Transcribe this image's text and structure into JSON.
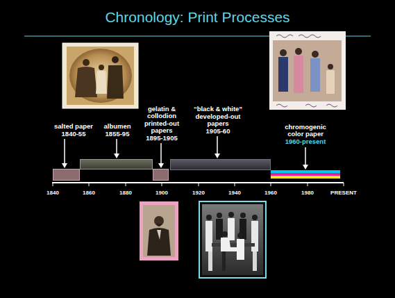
{
  "diagram": {
    "title": "Chronology: Print Processes",
    "nodes": [
      {
        "text": [
          "salted paper",
          "1840-55"
        ]
      },
      {
        "text": [
          "albumen",
          "1855-95"
        ]
      },
      {
        "text": [
          "gelatin & collodion printed-out papers",
          "1895-1905"
        ]
      },
      {
        "text": [
          "“black & white” developed-out papers",
          "1905-60"
        ]
      },
      {
        "text": [
          "chromogenic color paper",
          "1960-present"
        ]
      }
    ],
    "labels": [
      "1840",
      "1860",
      "1880",
      "1900",
      "1920",
      "1940",
      "1960",
      "1980",
      "PRESENT"
    ]
  }
}
